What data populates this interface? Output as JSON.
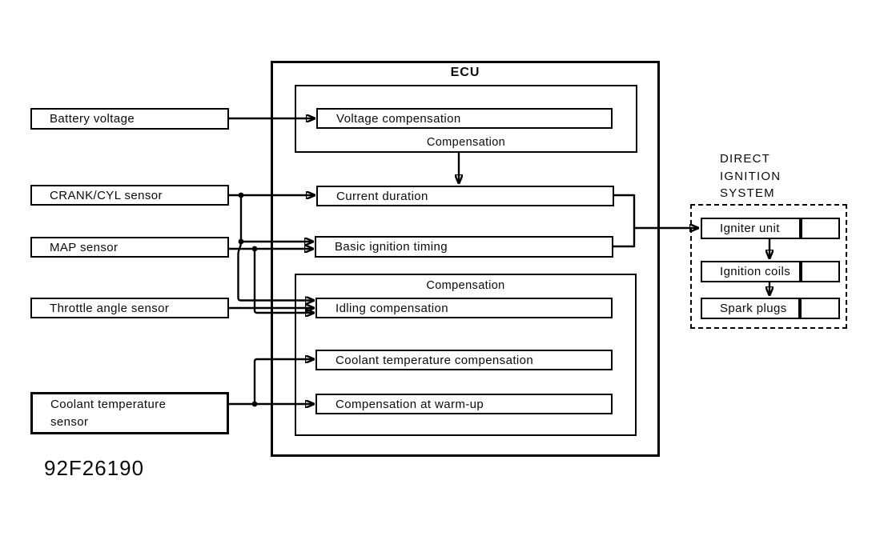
{
  "figure_code": "92F26190",
  "sensors": {
    "battery": "Battery voltage",
    "crank": "CRANK/CYL sensor",
    "map": "MAP sensor",
    "throttle": "Throttle angle sensor",
    "coolant_line1": "Coolant temperature",
    "coolant_line2": "sensor"
  },
  "ecu": {
    "title": "ECU",
    "voltage_compensation": "Voltage compensation",
    "compensation_upper": "Compensation",
    "current_duration": "Current duration",
    "basic_ignition_timing": "Basic ignition timing",
    "compensation_lower": "Compensation",
    "idling_compensation": "Idling compensation",
    "coolant_temperature_compensation": "Coolant temperature compensation",
    "compensation_at_warm_up": "Compensation at warm-up"
  },
  "direct_ignition_system": {
    "title_lines": [
      "DIRECT",
      "IGNITION",
      "SYSTEM"
    ],
    "igniter_unit": "Igniter unit",
    "ignition_coils": "Ignition coils",
    "spark_plugs": "Spark plugs"
  },
  "colors": {
    "line": "#000000",
    "background": "#ffffff"
  }
}
